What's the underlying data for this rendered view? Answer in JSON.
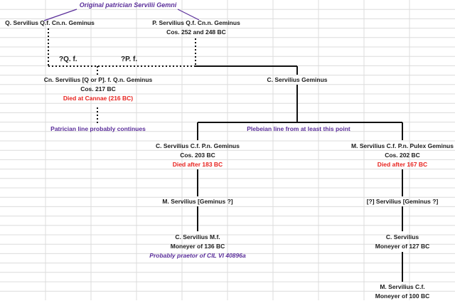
{
  "title": "Original patrician Servilii Gemni",
  "filiation": {
    "left": "?Q. f.",
    "right": "?P. f."
  },
  "nodes": {
    "q_servilius": {
      "name": "Q. Servilius Q.f. Cn.n. Geminus"
    },
    "p_servilius": {
      "name": "P. Servilius Q.f. Cn.n. Geminus",
      "line2": "Cos. 252 and 248 BC"
    },
    "cn_servilius": {
      "name": "Cn. Servilius [Q or P]. f. Q.n. Geminus",
      "line2": "Cos. 217 BC",
      "red": "Died at Cannae (216 BC)"
    },
    "c_servilius_geminus": {
      "name": "C. Servilius Geminus"
    },
    "c_servilius_cf": {
      "name": "C. Servilius C.f. P.n. Geminus",
      "line2": "Cos. 203 BC",
      "red": "Died after 183 BC"
    },
    "m_servilius_pulex": {
      "name": "M. Servilius C.f. P.n. Pulex Geminus",
      "line2": "Cos. 202 BC",
      "red": "Died after 167 BC"
    },
    "m_servilius_geminus": {
      "name": "M. Servilius [Geminus ?]"
    },
    "unk_servilius": {
      "name": "[?] Servilius [Geminus ?]"
    },
    "c_servilius_mf": {
      "name": "C. Servilius M.f.",
      "line2": "Moneyer of 136 BC"
    },
    "c_servilius_127": {
      "name": "C. Servilius",
      "line2": "Moneyer of 127 BC"
    },
    "m_servilius_cf": {
      "name": "M. Servilius C.f.",
      "line2": "Moneyer of 100 BC"
    }
  },
  "notes": {
    "patrician": "Patrician line probably continues",
    "plebeian": "Plebeian line from at least this point",
    "praetor": "Probably praetor of CIL VI 40896a"
  },
  "colors": {
    "note": "#5a2e9a",
    "died": "#e8231f",
    "line": "#111111",
    "grid": "#dcdcdc"
  }
}
